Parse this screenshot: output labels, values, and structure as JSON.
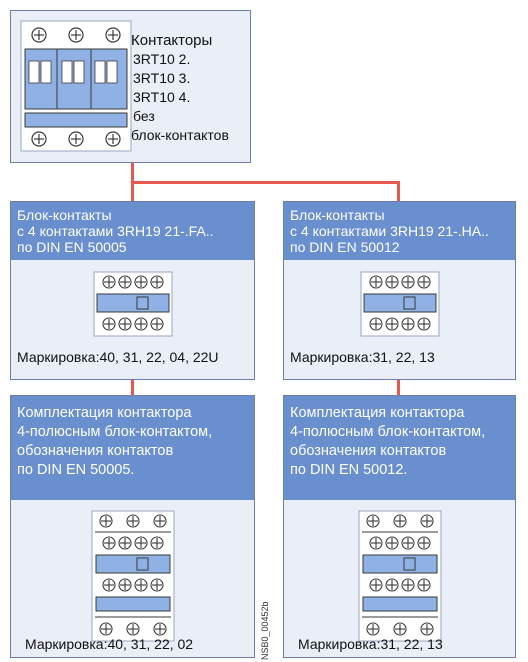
{
  "top_box": {
    "lines": [
      "Контакторы",
      "3RT10 2.",
      "3RT10 3.",
      "3RT10 4.",
      "без",
      "блок-контактов"
    ]
  },
  "left_aux": {
    "title": "Блок-контакты\nс 4 контактами 3RH19 21-.FA..\nпо DIN EN 50005",
    "marking": "Маркировка:40, 31, 22, 04, 22U"
  },
  "right_aux": {
    "title": "Блок-контакты\nс 4 контактами 3RH19 21-.HA..\nпо DIN EN 50012",
    "marking": "Маркировка:31, 22, 13"
  },
  "left_combo": {
    "title": "Комплектация контактора\n4-полюсным блок-контактом,\nобозначения контактов\nпо DIN EN 50005.",
    "marking": "Маркировка:40, 31, 22, 02"
  },
  "right_combo": {
    "title": "Комплектация контактора\n4-полюсным блок-контактом,\nобозначения контактов\nпо DIN EN 50012.",
    "marking": "Маркировка:31, 22, 13"
  },
  "side_code": "NSB0_00452b",
  "colors": {
    "band": "#6a8fce",
    "card": "#e9eef7",
    "connector": "#e8594d",
    "device": "#8fb1e3"
  }
}
